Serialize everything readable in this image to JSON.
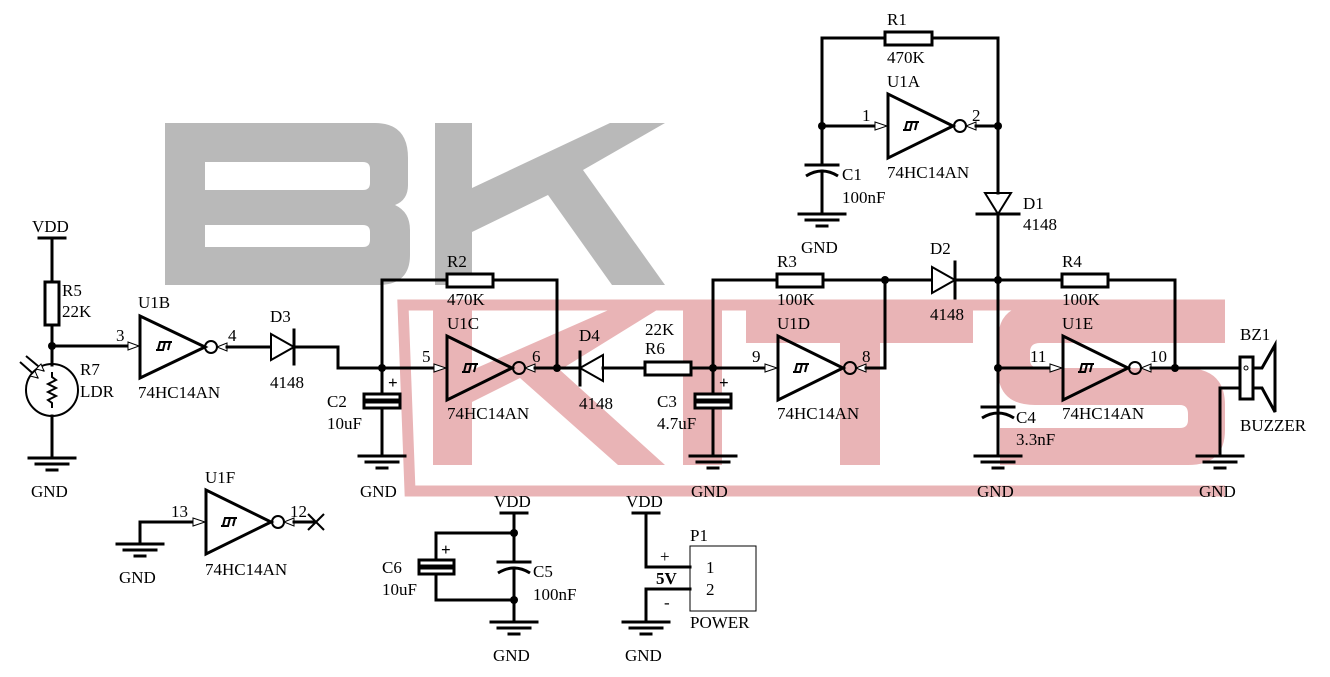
{
  "watermark": {
    "line1": "BK",
    "line2": "KITS",
    "colors": {
      "bk": "#b9b9b9",
      "kits": "#e9b4b6"
    }
  },
  "power_labels": {
    "vdd": "VDD",
    "gnd": "GND"
  },
  "components": {
    "R1": {
      "ref": "R1",
      "value": "470K"
    },
    "R2": {
      "ref": "R2",
      "value": "470K"
    },
    "R3": {
      "ref": "R3",
      "value": "100K"
    },
    "R4": {
      "ref": "R4",
      "value": "100K"
    },
    "R5": {
      "ref": "R5",
      "value": "22K"
    },
    "R6": {
      "ref": "R6",
      "value": "22K"
    },
    "R7": {
      "ref": "R7",
      "value": "LDR"
    },
    "C1": {
      "ref": "C1",
      "value": "100nF"
    },
    "C2": {
      "ref": "C2",
      "value": "10uF"
    },
    "C3": {
      "ref": "C3",
      "value": "4.7uF"
    },
    "C4": {
      "ref": "C4",
      "value": "3.3nF"
    },
    "C5": {
      "ref": "C5",
      "value": "100nF"
    },
    "C6": {
      "ref": "C6",
      "value": "10uF"
    },
    "D1": {
      "ref": "D1",
      "value": "4148"
    },
    "D2": {
      "ref": "D2",
      "value": "4148"
    },
    "D3": {
      "ref": "D3",
      "value": "4148"
    },
    "D4": {
      "ref": "D4",
      "value": "4148"
    },
    "U1A": {
      "ref": "U1A",
      "part": "74HC14AN",
      "pin_in": "1",
      "pin_out": "2"
    },
    "U1B": {
      "ref": "U1B",
      "part": "74HC14AN",
      "pin_in": "3",
      "pin_out": "4"
    },
    "U1C": {
      "ref": "U1C",
      "part": "74HC14AN",
      "pin_in": "5",
      "pin_out": "6"
    },
    "U1D": {
      "ref": "U1D",
      "part": "74HC14AN",
      "pin_in": "9",
      "pin_out": "8"
    },
    "U1E": {
      "ref": "U1E",
      "part": "74HC14AN",
      "pin_in": "11",
      "pin_out": "10"
    },
    "U1F": {
      "ref": "U1F",
      "part": "74HC14AN",
      "pin_in": "13",
      "pin_out": "12"
    },
    "BZ1": {
      "ref": "BZ1",
      "value": "BUZZER"
    },
    "P1": {
      "ref": "P1",
      "value": "POWER",
      "pin1": "1",
      "pin2": "2",
      "plus": "+",
      "minus": "-",
      "voltage": "5V"
    }
  }
}
